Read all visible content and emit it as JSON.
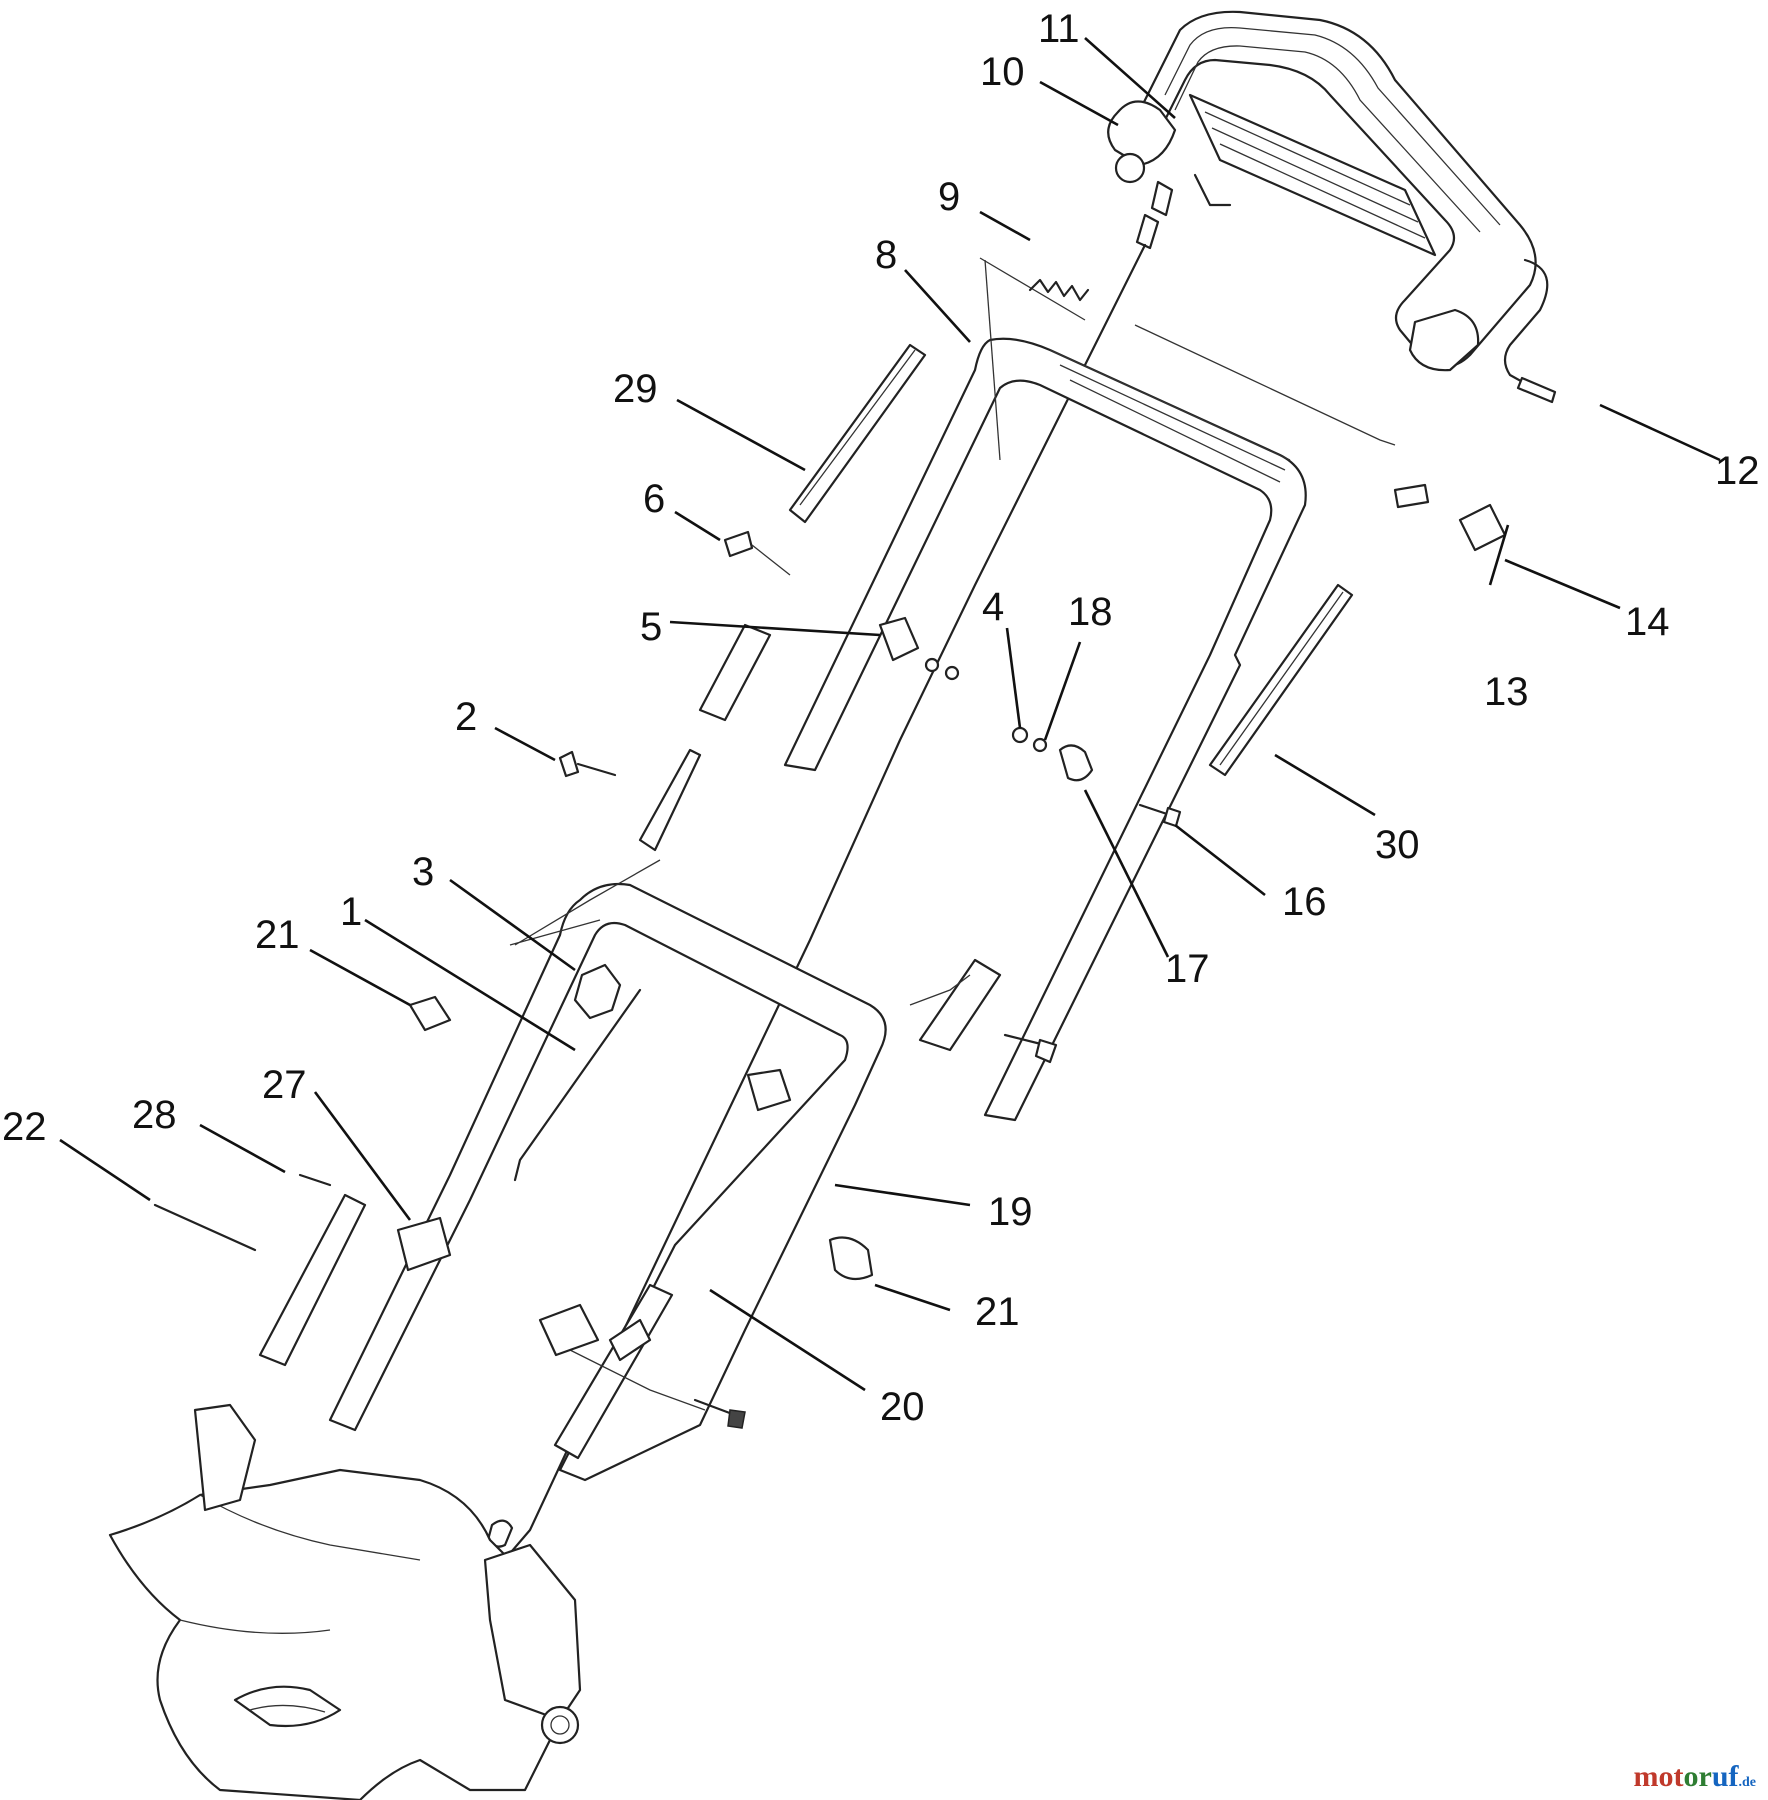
{
  "callouts": [
    {
      "id": "c1",
      "text": "1"
    },
    {
      "id": "c2",
      "text": "2"
    },
    {
      "id": "c3",
      "text": "3"
    },
    {
      "id": "c4",
      "text": "4"
    },
    {
      "id": "c5",
      "text": "5"
    },
    {
      "id": "c6",
      "text": "6"
    },
    {
      "id": "c8",
      "text": "8"
    },
    {
      "id": "c9",
      "text": "9"
    },
    {
      "id": "c10",
      "text": "10"
    },
    {
      "id": "c11",
      "text": "11"
    },
    {
      "id": "c12",
      "text": "12"
    },
    {
      "id": "c13",
      "text": "13"
    },
    {
      "id": "c14",
      "text": "14"
    },
    {
      "id": "c16",
      "text": "16"
    },
    {
      "id": "c17",
      "text": "17"
    },
    {
      "id": "c18",
      "text": "18"
    },
    {
      "id": "c19",
      "text": "19"
    },
    {
      "id": "c20",
      "text": "20"
    },
    {
      "id": "c21a",
      "text": "21"
    },
    {
      "id": "c21b",
      "text": "21"
    },
    {
      "id": "c22",
      "text": "22"
    },
    {
      "id": "c27",
      "text": "27"
    },
    {
      "id": "c28",
      "text": "28"
    },
    {
      "id": "c29",
      "text": "29"
    },
    {
      "id": "c30",
      "text": "30"
    }
  ],
  "watermark": {
    "a": "mot",
    "b": "or",
    "c": "uf",
    "d": ".de"
  }
}
